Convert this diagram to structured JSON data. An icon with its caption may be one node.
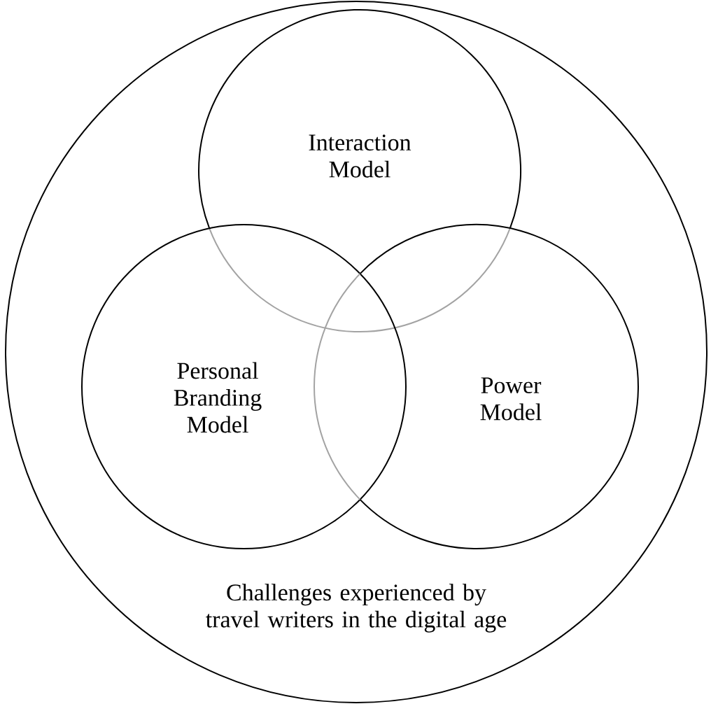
{
  "diagram": {
    "nodes": [
      {
        "text": [
          "Challenges experienced by travel writers in the digital age"
        ]
      },
      {
        "text": [
          "Interaction Model"
        ],
        "in": 0
      },
      {
        "text": [
          "Personal Branding Model"
        ],
        "in": 0
      },
      {
        "text": [
          "Power Model"
        ],
        "in": 0
      }
    ]
  }
}
